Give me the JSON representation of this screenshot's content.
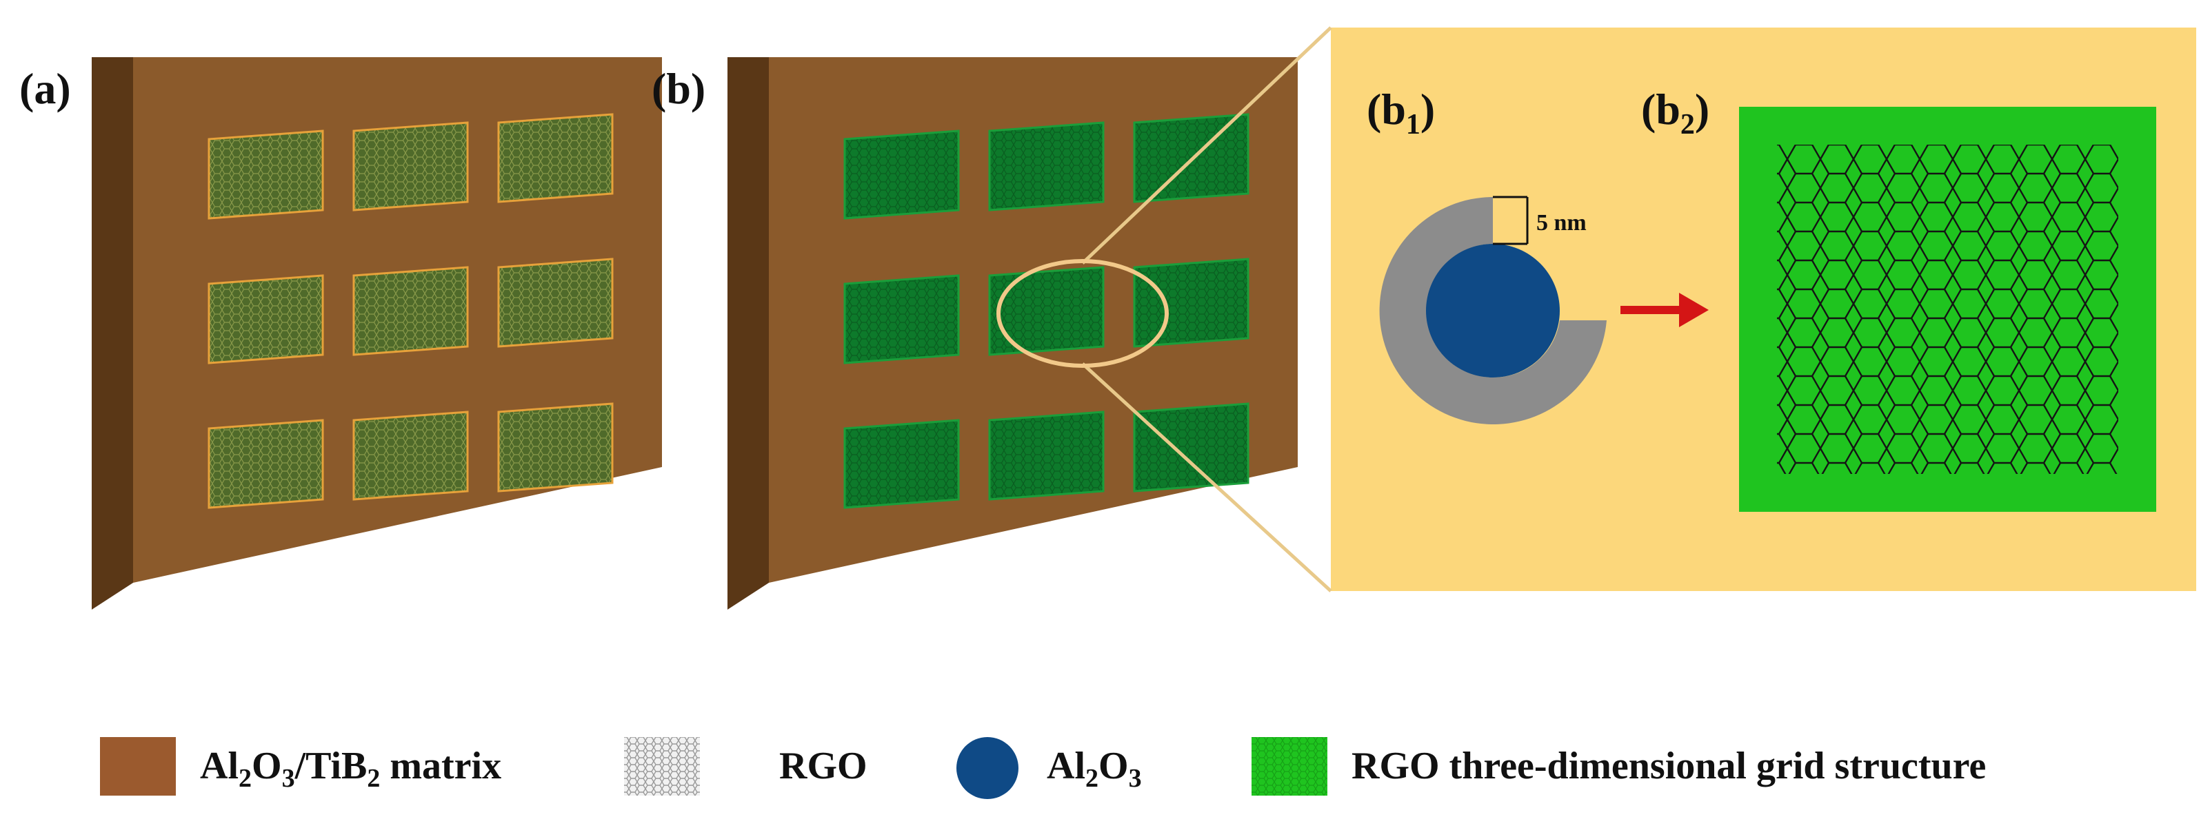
{
  "panels": {
    "a": {
      "label": "(a)"
    },
    "b": {
      "label": "(b)"
    },
    "b1": {
      "label_main": "(b",
      "label_sub": "1",
      "label_close": ")"
    },
    "b2": {
      "label_main": "(b",
      "label_sub": "2",
      "label_close": ")"
    }
  },
  "annotation": {
    "dimension": "5 nm"
  },
  "legend": {
    "matrix": {
      "p1": "Al",
      "s1": "2",
      "p2": "O",
      "s2": "3",
      "p3": "/TiB",
      "s3": "2",
      "p4": " matrix"
    },
    "rgo": {
      "text": "RGO"
    },
    "al2o3": {
      "p1": "Al",
      "s1": "2",
      "p2": "O",
      "s2": "3"
    },
    "grid": {
      "text": "RGO three-dimensional grid structure"
    }
  },
  "colors": {
    "matrix": "#8b5a2b",
    "matrix_side": "#5a3716",
    "rgo_patch": "#4f6a2a",
    "rgo_border": "#e7a23a",
    "grid_patch": "#0d7a2b",
    "grid_green": "#1fc41f",
    "zoom_bg": "#fcd77b",
    "al2o3": "#0f4a86",
    "shell": "#8c8c8c",
    "arrow": "#d41515"
  }
}
